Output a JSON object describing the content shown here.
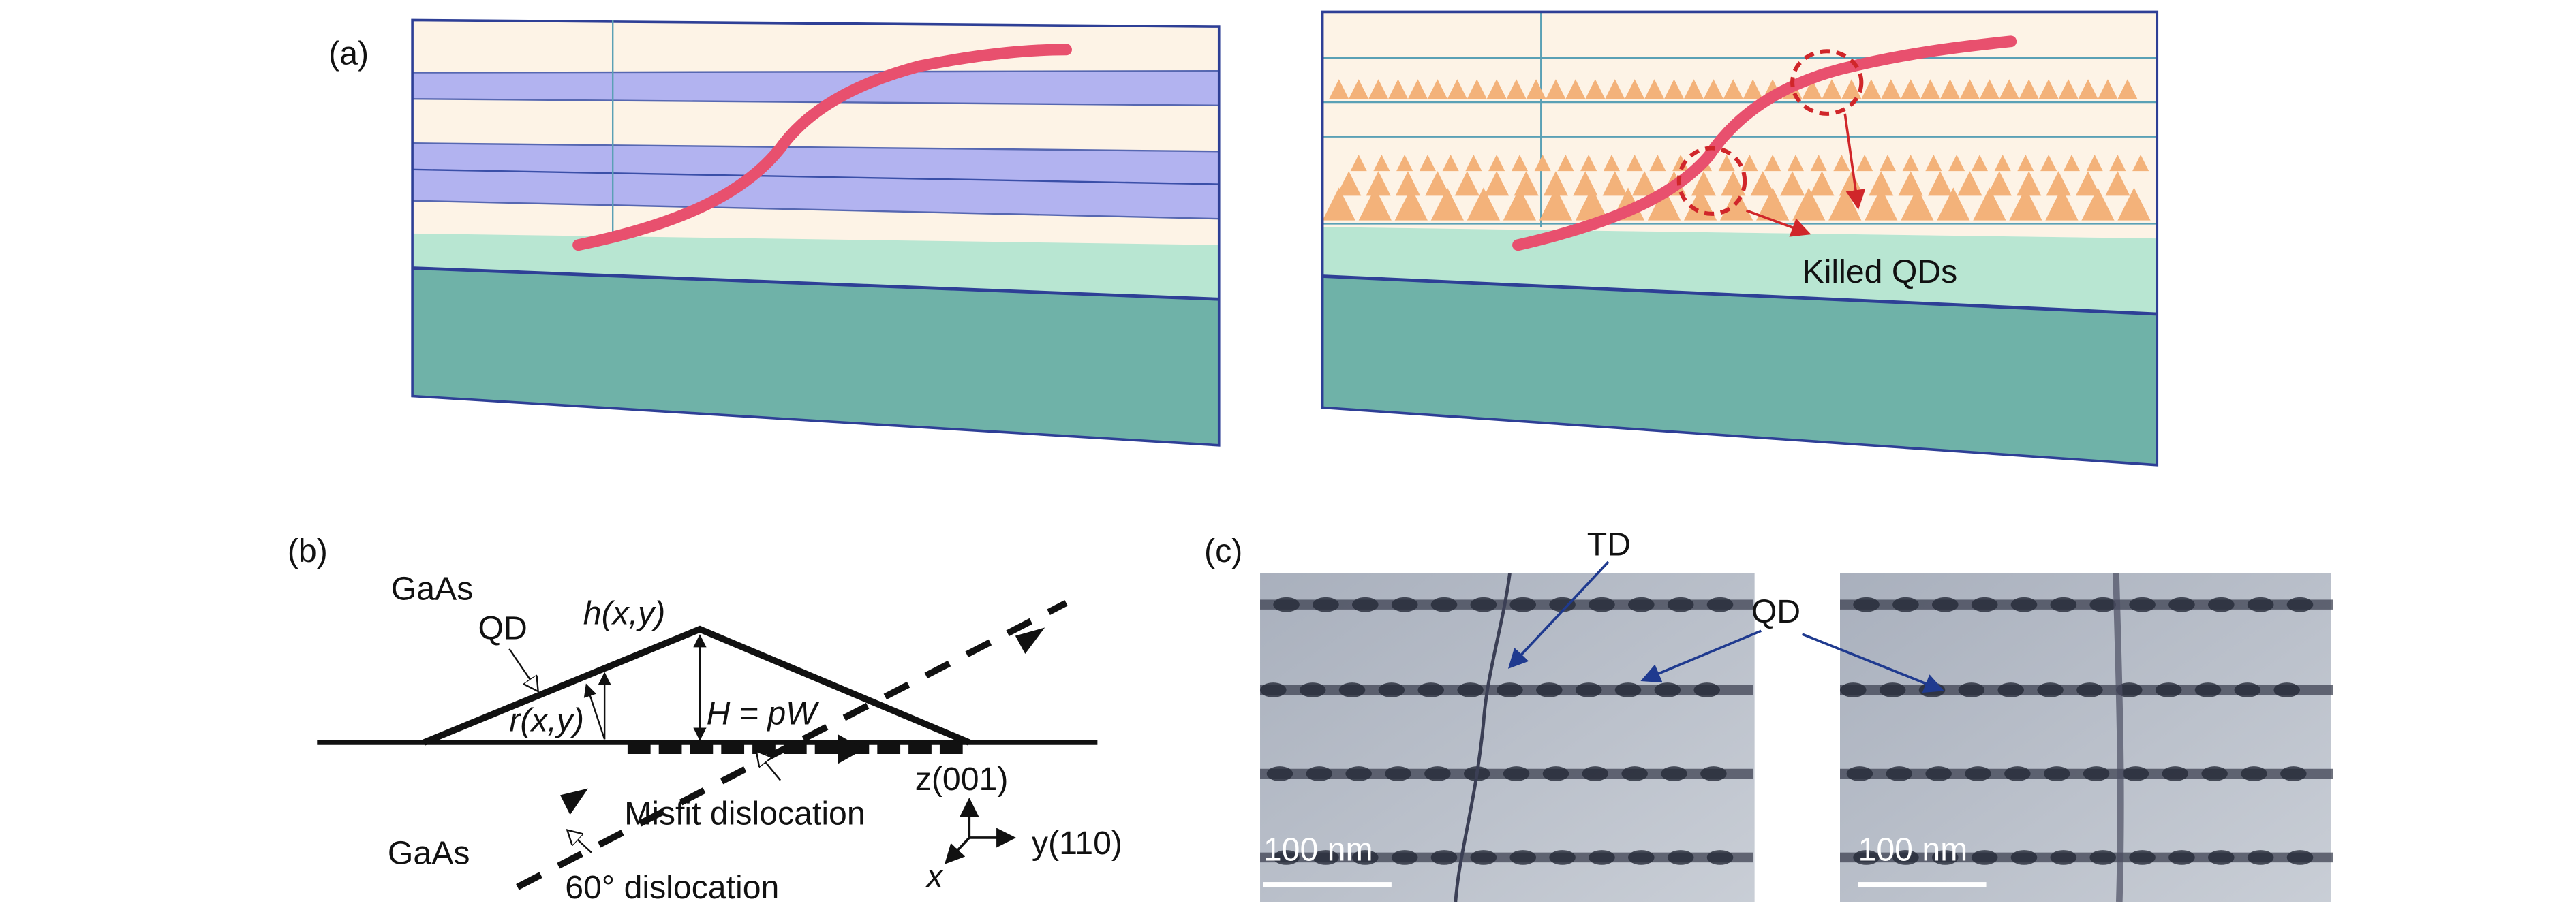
{
  "panel_a": {
    "label": "(a)",
    "killed_label": "Killed QDs",
    "colors": {
      "cream": "#fdf3e6",
      "wetting": "#9a9ff0",
      "green": "#b8e6d2",
      "substrate": "#6fb2a8",
      "edge": "#3a4fa8",
      "dislocation": "#e8506e",
      "qd": "#f3b27a",
      "circle": "#d0262a"
    }
  },
  "panel_b": {
    "label": "(b)",
    "gaas_top": "GaAs",
    "qd": "QD",
    "h": "h(x,y)",
    "r": "r(x,y)",
    "H": "H = pW",
    "z": "z(001)",
    "misfit": "Misfit dislocation",
    "gaas_bottom": "GaAs",
    "sixty": "60° dislocation",
    "x": "x",
    "y": "y(110)"
  },
  "panel_c": {
    "label": "(c)",
    "td": "TD",
    "qd": "QD",
    "scale_left": "100 nm",
    "scale_right": "100 nm"
  }
}
